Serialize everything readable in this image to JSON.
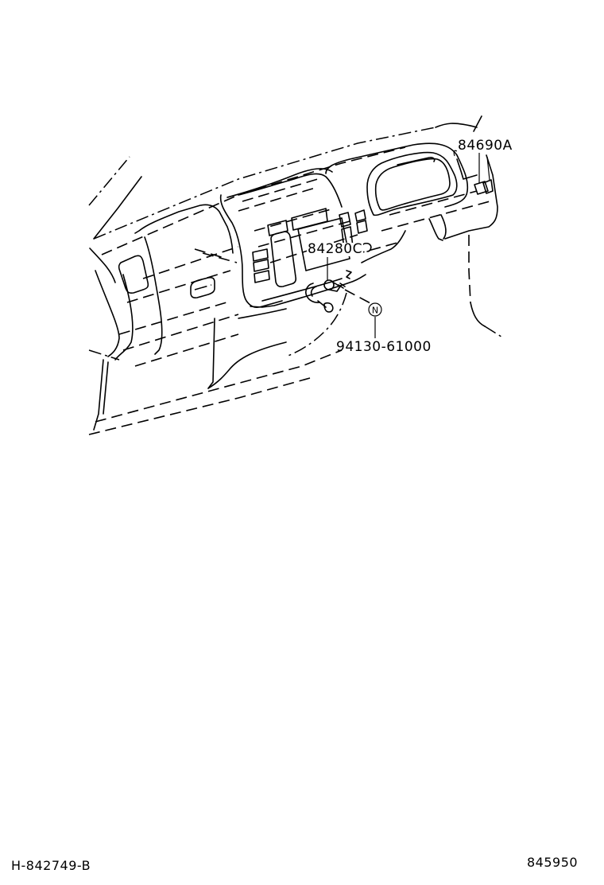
{
  "diagram": {
    "subject": "Instrument panel / dashboard assembly (exploded parts illustration)",
    "callouts": [
      {
        "id": "84690A",
        "label": "84690A",
        "description": "switch component at right side of instrument panel"
      },
      {
        "id": "84280C",
        "label": "84280C",
        "description": "switch assembly near center console / ignition area"
      },
      {
        "id": "94130-61000",
        "label": "94130-61000",
        "description": "nut / fastener",
        "symbol": "N"
      }
    ],
    "symbols": {
      "nut_marker": "N"
    }
  },
  "footer": {
    "left_code": "H-842749-B",
    "right_code": "845950"
  }
}
